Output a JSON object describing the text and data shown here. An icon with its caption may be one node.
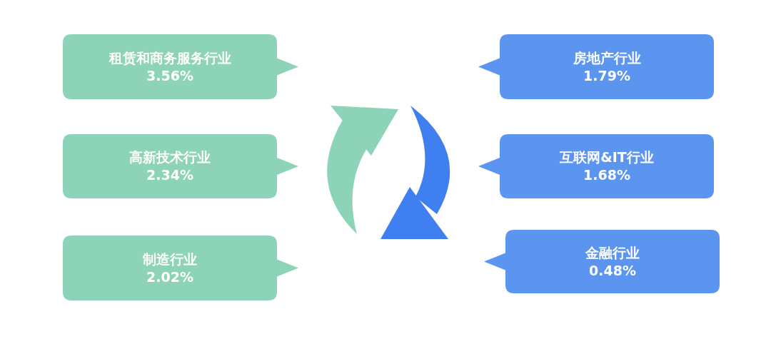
{
  "diagram": {
    "nodes": [
      {
        "text": [
          "租赁和商务服务行业",
          "3.56%"
        ]
      },
      {
        "text": [
          "高新技术行业",
          "2.34%"
        ]
      },
      {
        "text": [
          "制造行业",
          "2.02%"
        ]
      },
      {
        "text": [
          "房地产行业",
          "1.79%"
        ]
      },
      {
        "text": [
          "互联网&IT行业",
          "1.68%"
        ]
      },
      {
        "text": [
          "金融行业",
          "0.48%"
        ]
      }
    ]
  }
}
